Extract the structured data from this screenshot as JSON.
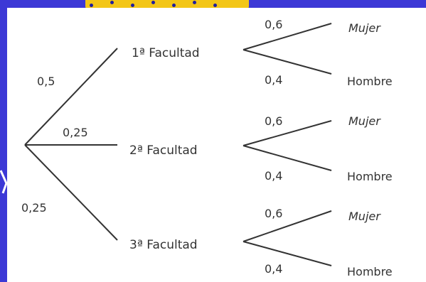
{
  "tree": {
    "root_branches": [
      {
        "probability": "0,5",
        "faculty": "1ª Facultad"
      },
      {
        "probability": "0,25",
        "faculty": "2ª Facultad"
      },
      {
        "probability": "0,25",
        "faculty": "3ª Facultad"
      }
    ],
    "outcomes": [
      {
        "probability": "0,6",
        "label": "Mujer"
      },
      {
        "probability": "0,4",
        "label": "Hombre"
      }
    ]
  },
  "colors": {
    "background": "#3c38d6",
    "panel": "#ffffff",
    "banner": "#f3c617",
    "line": "#333333"
  }
}
